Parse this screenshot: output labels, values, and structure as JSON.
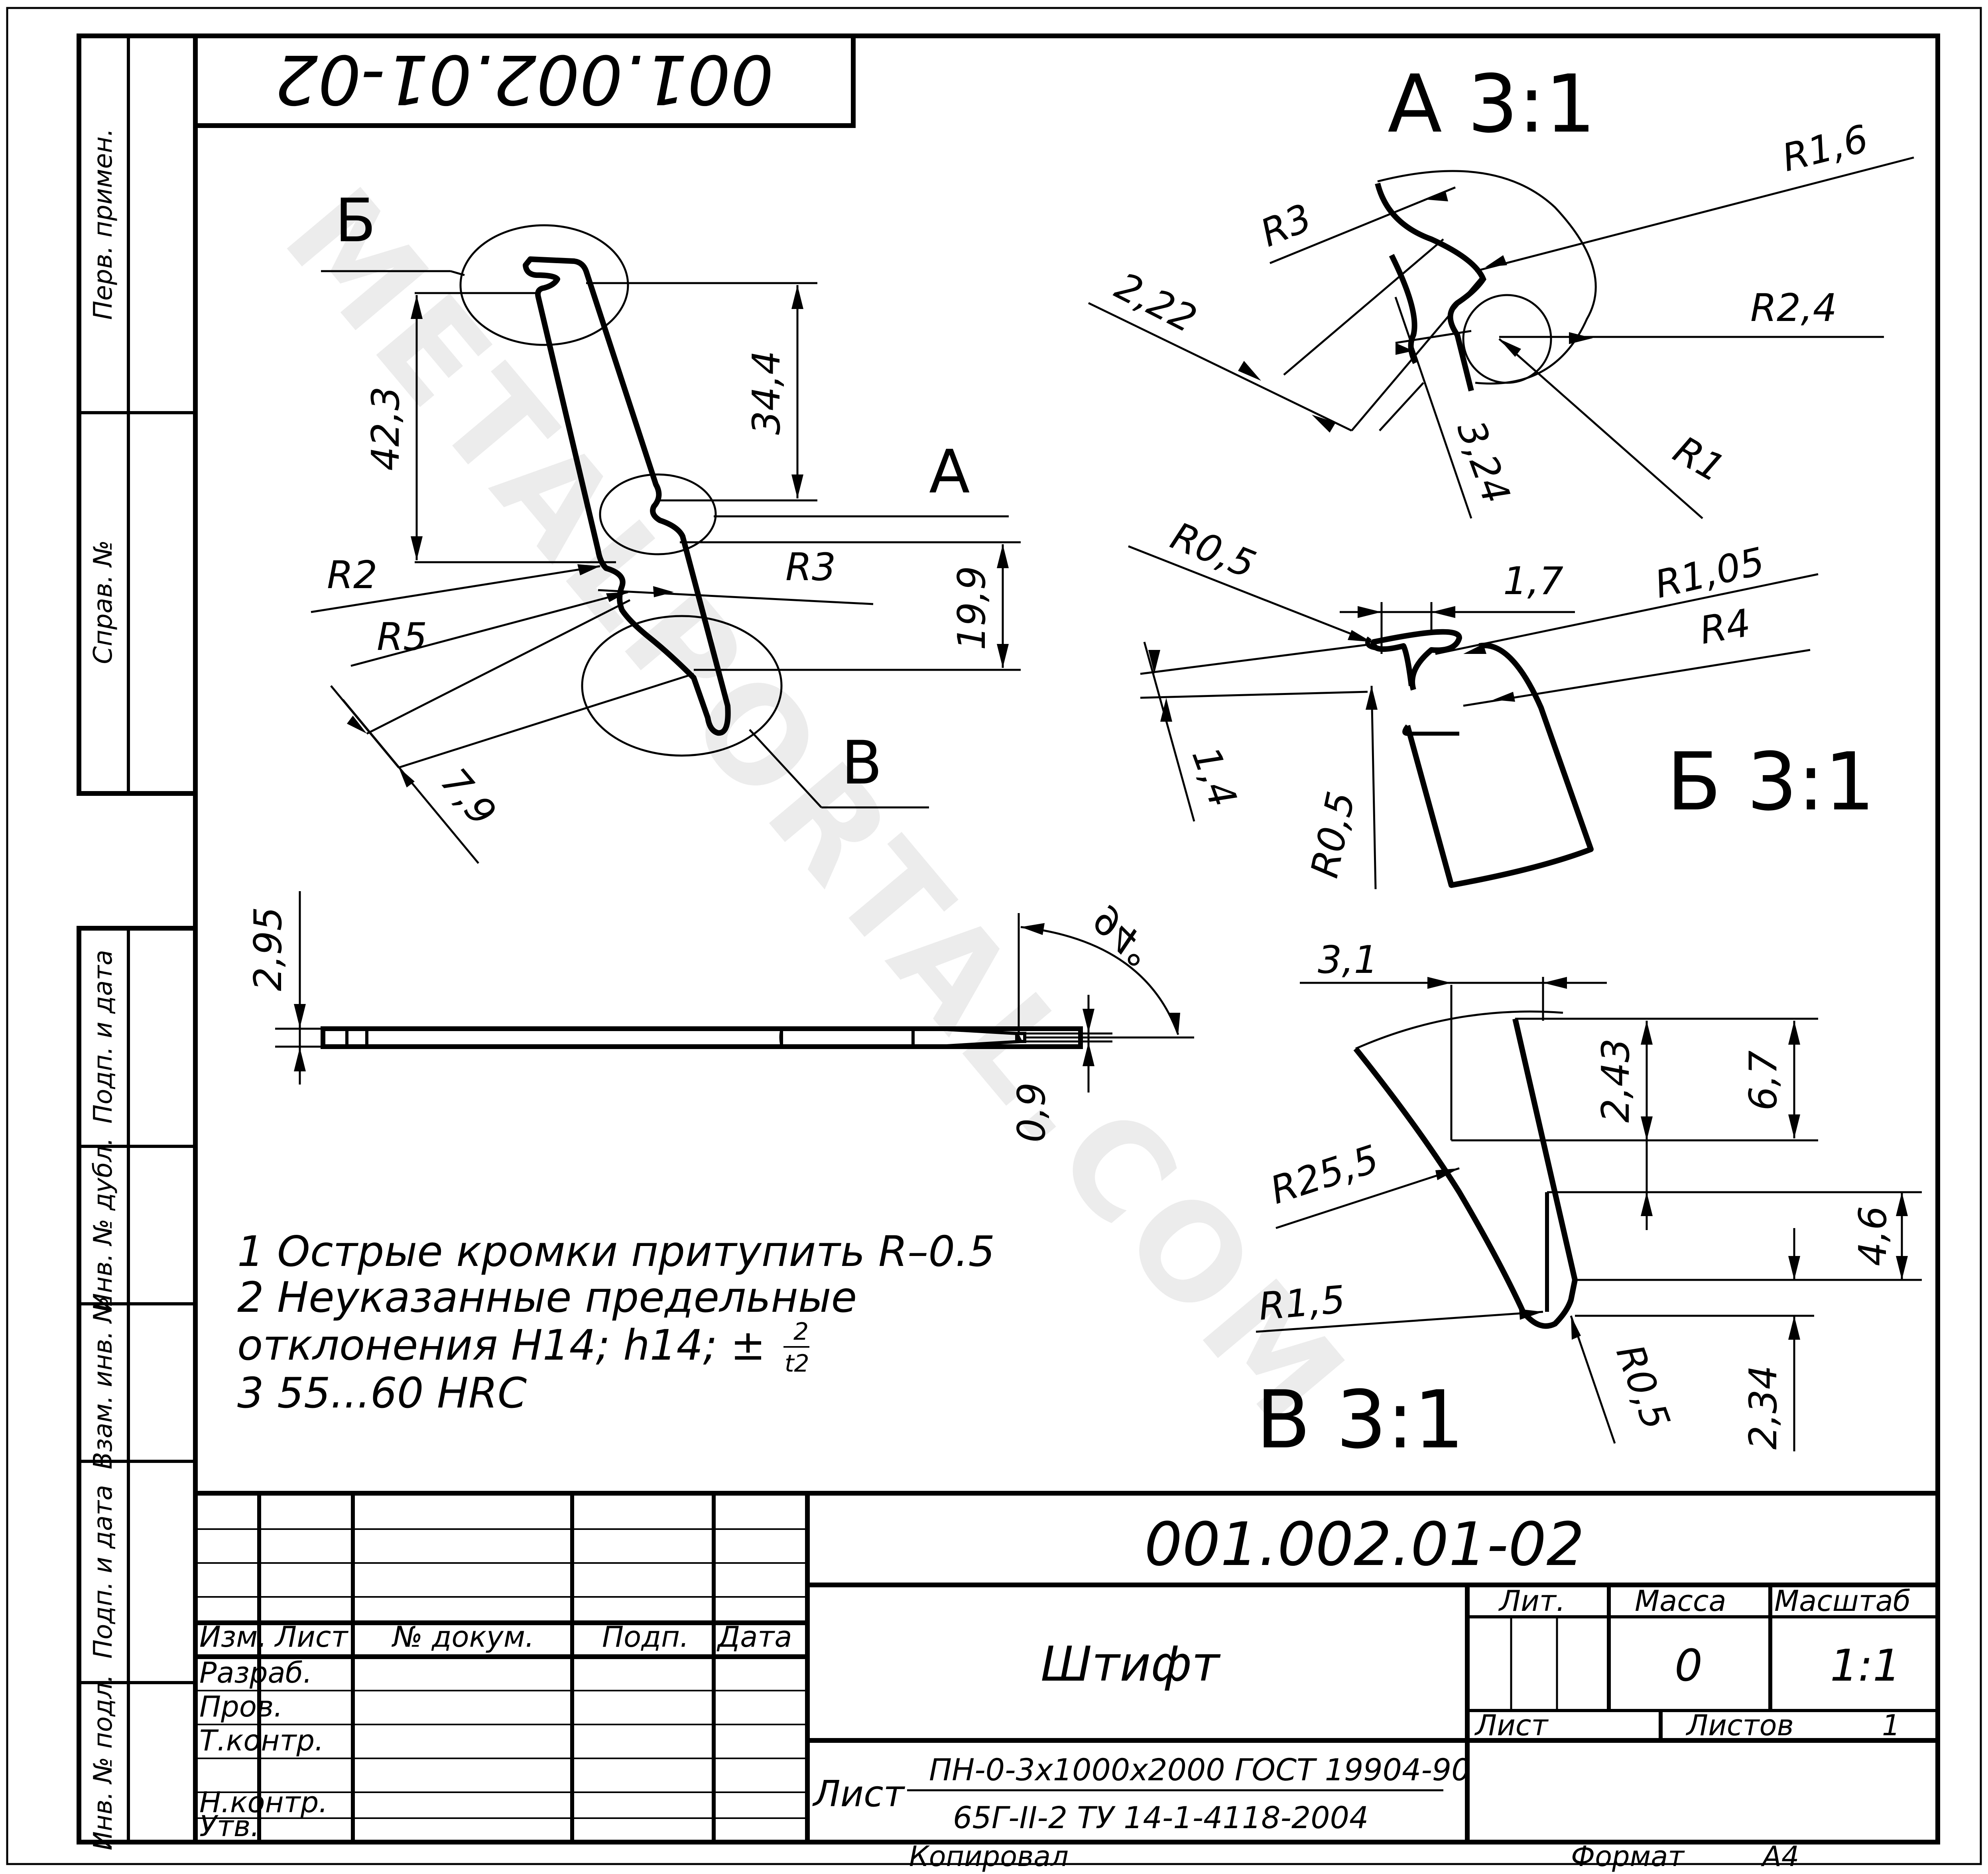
{
  "watermark": "METALPORTAL.COM",
  "designation": "001.002.01-02",
  "designation_mirrored": "001.002.01-02",
  "side_stamps": {
    "perv_primen": "Перв. примен.",
    "sprav_no": "Справ. №",
    "podp_data_1": "Подп. и дата",
    "inv_dubl": "Инв. № дубл.",
    "vzam_inv": "Взам. инв. №",
    "podp_data_2": "Подп. и дата",
    "inv_podl": "Инв. № подл."
  },
  "views": {
    "main": {
      "label_b": "Б",
      "label_a": "А",
      "label_v": "В",
      "dims": {
        "d42_3": "42,3",
        "d34_4": "34,4",
        "d19_9": "19,9",
        "d7_9": "7,9",
        "r2": "R2",
        "r3": "R3",
        "r5": "R5"
      }
    },
    "side": {
      "dims": {
        "d2_95": "2,95",
        "d0_9": "0,9",
        "a94": "94°"
      }
    },
    "detail_a": {
      "title": "А  3:1",
      "dims": {
        "r1_6": "R1,6",
        "r3": "R3",
        "d2_22": "2,22",
        "r2_4": "R2,4",
        "d3_24": "3,24",
        "r1": "R1"
      }
    },
    "detail_b": {
      "title": "Б  3:1",
      "dims": {
        "r0_5a": "R0,5",
        "d1_7": "1,7",
        "r1_05": "R1,05",
        "r4": "R4",
        "d1_4": "1,4",
        "r0_5b": "R0,5"
      }
    },
    "detail_v": {
      "title": "В  3:1",
      "dims": {
        "d3_1": "3,1",
        "d2_43": "2,43",
        "d6_7": "6,7",
        "r25_5": "R25,5",
        "d4_6": "4,6",
        "r1_5": "R1,5",
        "r0_5": "R0,5",
        "d2_34": "2,34"
      }
    }
  },
  "notes": {
    "n1": "1 Острые кромки притупить R–0.5",
    "n2": "2 Неуказанные предельные",
    "n3a": "отклонения H14; h14; ±",
    "n3_num": "2",
    "n3_den": "t2",
    "n4": "3 55...60 HRC"
  },
  "title_block": {
    "designation": "001.002.01-02",
    "name": "Штифт",
    "headers": {
      "izm": "Изм.",
      "list": "Лист",
      "n_dokum": "№ докум.",
      "podp": "Подп.",
      "data": "Дата"
    },
    "roles": {
      "razrab": "Разраб.",
      "prov": "Пров.",
      "t_kontr": "Т.контр.",
      "n_kontr": "Н.контр.",
      "utv": "Утв."
    },
    "lit_label": "Лит.",
    "massa_label": "Масса",
    "masshtab_label": "Масштаб",
    "massa": "0",
    "masshtab": "1:1",
    "list_label": "Лист",
    "listov_label": "Листов",
    "listov": "1",
    "material_prefix": "Лист",
    "material_top": "ПН-0-3x1000x2000 ГОСТ 19904-90",
    "material_bottom": "65Г-II-2 ТУ 14-1-4118-2004",
    "kopiroval": "Копировал",
    "format_label": "Формат",
    "format": "A4"
  }
}
